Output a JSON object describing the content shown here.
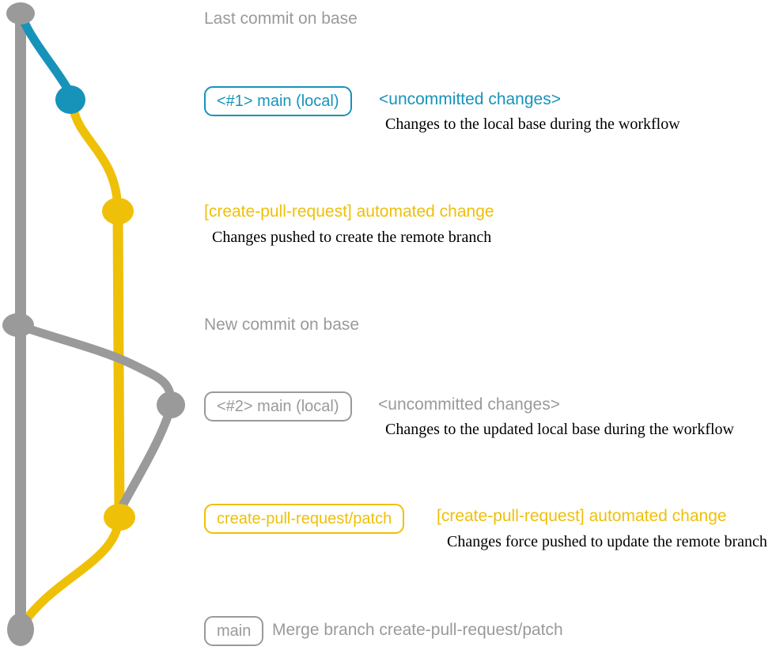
{
  "colors": {
    "gray": "#9a9a9a",
    "blue": "#1793ba",
    "yellow": "#efc008",
    "black": "#000000"
  },
  "graph": {
    "nodes": [
      {
        "name": "last-commit-on-base",
        "color": "gray"
      },
      {
        "name": "main-local-1",
        "color": "blue"
      },
      {
        "name": "automated-change-1",
        "color": "yellow"
      },
      {
        "name": "new-commit-on-base",
        "color": "gray"
      },
      {
        "name": "main-local-2",
        "color": "gray"
      },
      {
        "name": "automated-change-2",
        "color": "yellow"
      },
      {
        "name": "merge-commit",
        "color": "gray"
      }
    ],
    "branches": [
      {
        "name": "base",
        "color": "gray"
      },
      {
        "name": "main-local",
        "color": "blue"
      },
      {
        "name": "create-pull-request-patch",
        "color": "yellow"
      }
    ]
  },
  "annotations": {
    "row1": {
      "title": "Last commit on base"
    },
    "row2": {
      "badge": "<#1> main (local)",
      "label": "<uncommitted changes>",
      "description": "Changes to the local base during the workflow"
    },
    "row3": {
      "label": "[create-pull-request] automated change",
      "description": "Changes pushed to create the remote branch"
    },
    "row4": {
      "title": "New commit on base"
    },
    "row5": {
      "badge": "<#2> main (local)",
      "label": "<uncommitted changes>",
      "description": "Changes to the updated local base during the workflow"
    },
    "row6": {
      "badge": "create-pull-request/patch",
      "label": "[create-pull-request] automated change",
      "description": "Changes force pushed to update the remote branch"
    },
    "row7": {
      "badge": "main",
      "label": "Merge branch create-pull-request/patch"
    }
  }
}
